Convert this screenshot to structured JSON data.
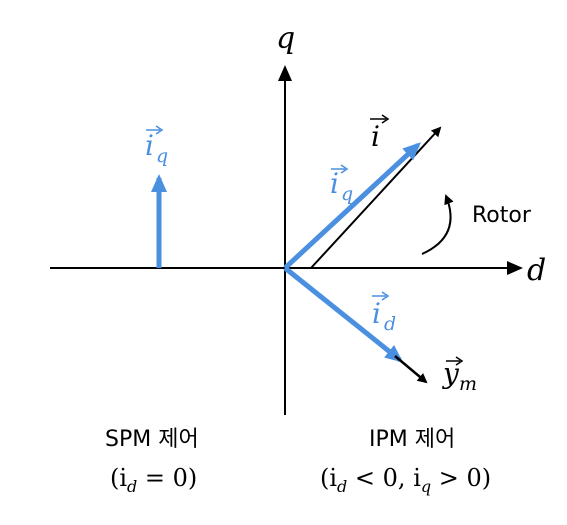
{
  "colors": {
    "black": "#000000",
    "blue": "#4a8fe0"
  },
  "axes": {
    "q_label": "q",
    "d_label": "d"
  },
  "vectors": {
    "i_label": "i",
    "iq_base": "i",
    "iq_sub": "q",
    "id_base": "i",
    "id_sub": "d",
    "ym_base": "y",
    "ym_sub": "m",
    "left_iq_base": "i",
    "left_iq_sub": "q"
  },
  "rotor_label": "Rotor",
  "captions": {
    "spm_title": "SPM 제어",
    "spm_condition": "(i",
    "spm_condition_sub": "d",
    "spm_condition_rest": " = 0)",
    "ipm_title": "IPM 제어",
    "ipm_condition_open": "(i",
    "ipm_condition_sub1": "d",
    "ipm_condition_mid": " < 0,  i",
    "ipm_condition_sub2": "q",
    "ipm_condition_close": " > 0)"
  }
}
